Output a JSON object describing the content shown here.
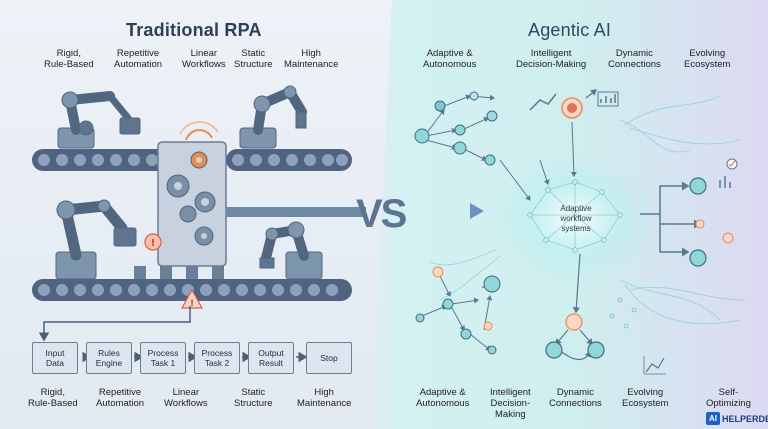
{
  "titles": {
    "left": "Traditional RPA",
    "right": "Agentic AI"
  },
  "left_top_labels": [
    "Rigid,\nRule-Based",
    "Repetitive\nAutomation",
    "Linear\nWorkflows",
    "Static\nStructure",
    "High\nMaintenance"
  ],
  "right_top_labels": [
    "Adaptive &\nAutonomous",
    "Intelligent\nDecision-Making",
    "Dynamic\nConnections",
    "Evolving\nEcosystem"
  ],
  "vs_text": "VS",
  "workflow_steps": [
    "Input\nData",
    "Rules\nEngine",
    "Process\nTask 1",
    "Process\nTask 2",
    "Output\nResult",
    "Stop"
  ],
  "left_bottom_labels": [
    "Rigid,\nRule-Based",
    "Repetitive\nAutomation",
    "Linear\nWorkflows",
    "Static\nStructure",
    "High\nMaintenance"
  ],
  "brain_text": "Adaptive\nworkflow\nsystems",
  "right_bottom_labels": [
    "Adaptive &\nAutonomous",
    "Intelligent\nDecision-\nMaking",
    "Dynamic\nConnections",
    "Evolving\nEcosystem",
    "Self-\nOptimizing"
  ],
  "logo": {
    "badge": "AI",
    "text": "HELPERDESK"
  },
  "colors": {
    "machine": "#5f7590",
    "accent_orange": "#f08a4b",
    "warn_red": "#e05a44",
    "node_teal": "#6fc9d2",
    "arrow": "#4a5f78"
  }
}
